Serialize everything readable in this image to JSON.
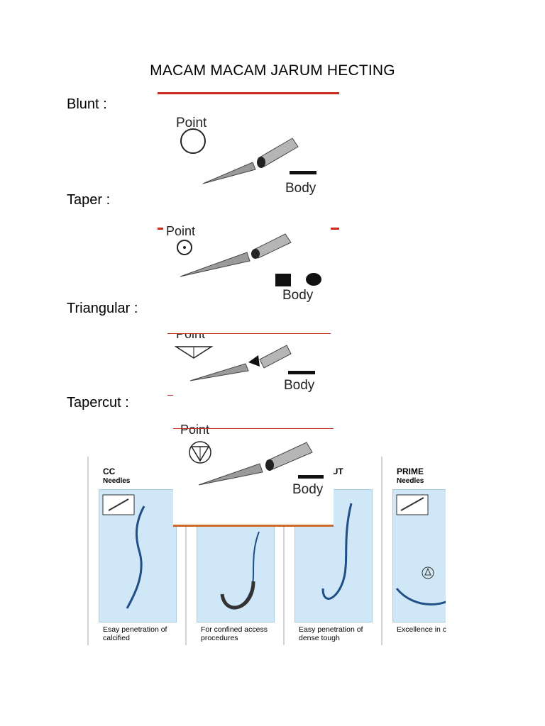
{
  "title": "MACAM MACAM JARUM HECTING",
  "needle_types": [
    {
      "label": "Blunt :"
    },
    {
      "label": "Taper :"
    },
    {
      "label": "Triangular :"
    },
    {
      "label": "Tapercut :"
    }
  ],
  "diagram_text": {
    "point": "Point",
    "body": "Body"
  },
  "product_cards": [
    {
      "title": "CC",
      "subtitle": "Needles",
      "caption": "Esay penetration of calcified"
    },
    {
      "title": "",
      "subtitle": "",
      "caption": "For confined access procedures"
    },
    {
      "title": "CUT",
      "subtitle": "",
      "caption": "Easy penetration of dense tough"
    },
    {
      "title": "PRIME",
      "subtitle": "Needles",
      "caption": "Excellence in closure"
    }
  ],
  "colors": {
    "accent_red": "#cc2a1c",
    "card_blue": "#cfe7f6",
    "needle_blue": "#1f4f86"
  }
}
